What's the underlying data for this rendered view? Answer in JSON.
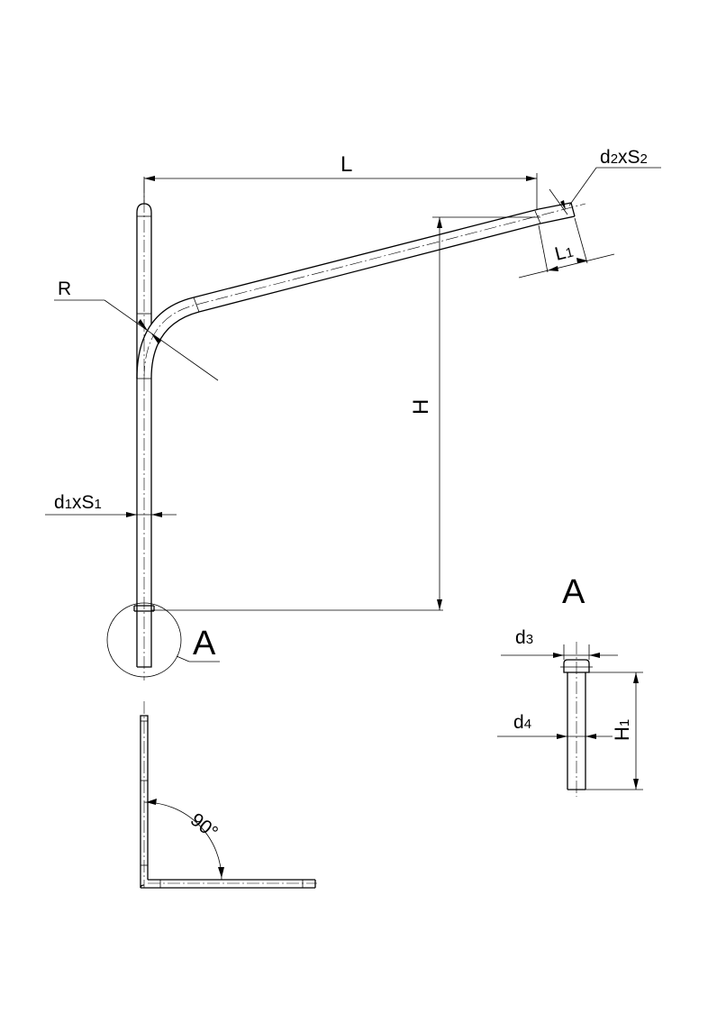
{
  "labels": {
    "L": "L",
    "d2xS2_main": "d",
    "d2xS2_sub1": "2",
    "d2xS2_mid": "xS",
    "d2xS2_sub2": "2",
    "L1_main": "L",
    "L1_sub": "1",
    "R": "R",
    "H": "H",
    "d1xS1_main": "d",
    "d1xS1_sub1": "1",
    "d1xS1_mid": "xS",
    "d1xS1_sub2": "1",
    "callout_A": "A",
    "detail_A": "A",
    "d3_main": "d",
    "d3_sub": "3",
    "d4_main": "d",
    "d4_sub": "4",
    "H1_main": "H",
    "H1_sub": "1",
    "angle": "90°"
  },
  "colors": {
    "line": "#000000",
    "background": "#ffffff"
  }
}
